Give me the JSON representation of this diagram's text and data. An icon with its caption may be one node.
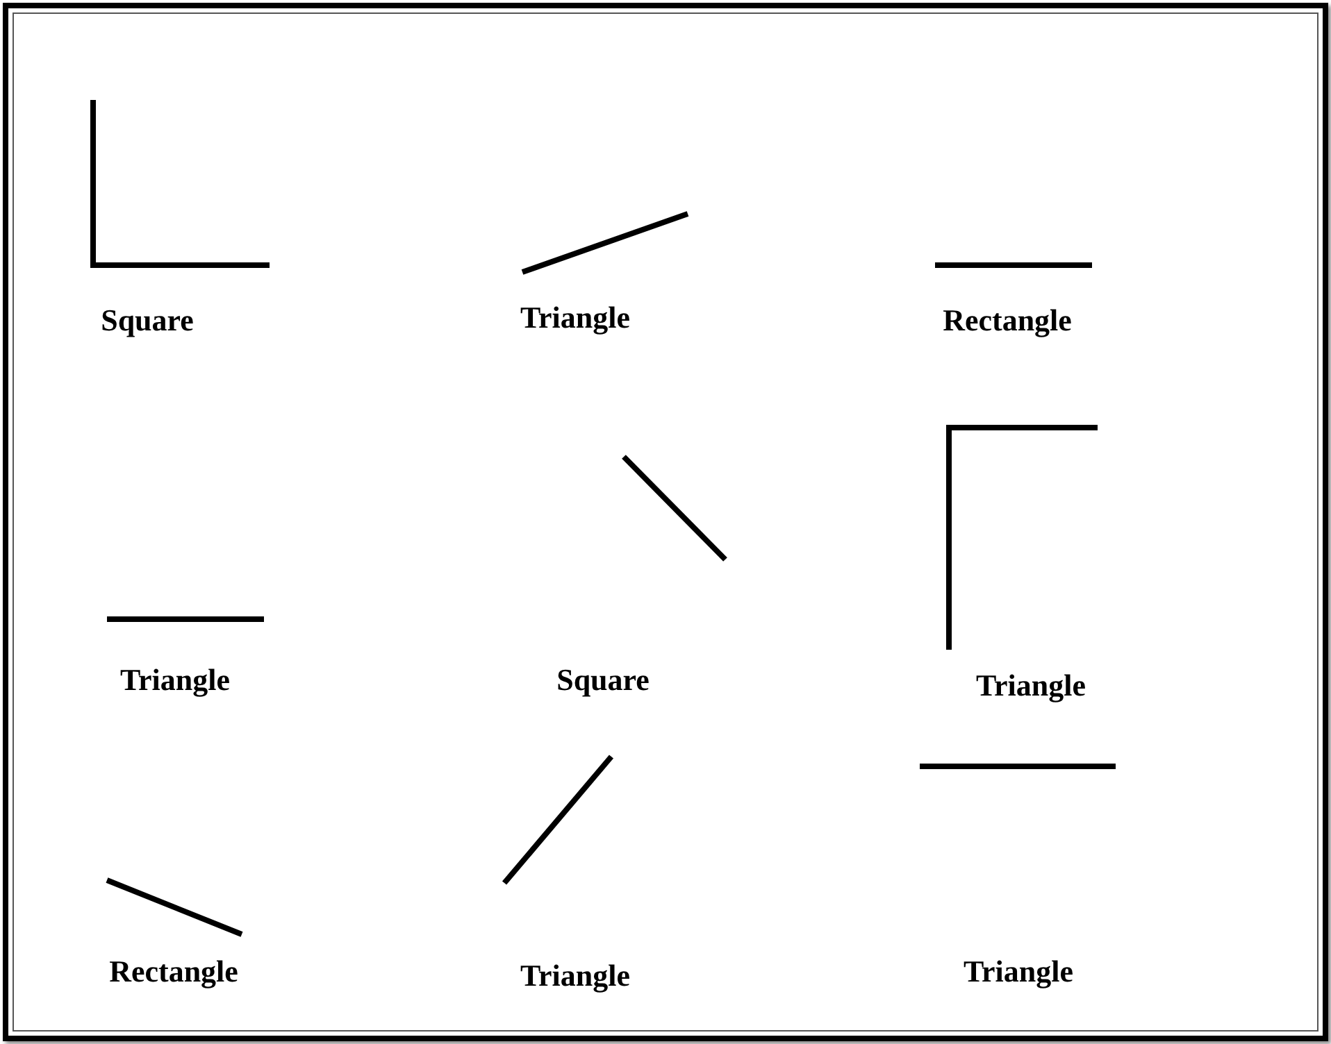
{
  "diagram": {
    "labels": [
      "Square",
      "Triangle",
      "Rectangle",
      "Triangle",
      "Square",
      "Triangle",
      "Rectangle",
      "Triangle",
      "Triangle"
    ]
  }
}
